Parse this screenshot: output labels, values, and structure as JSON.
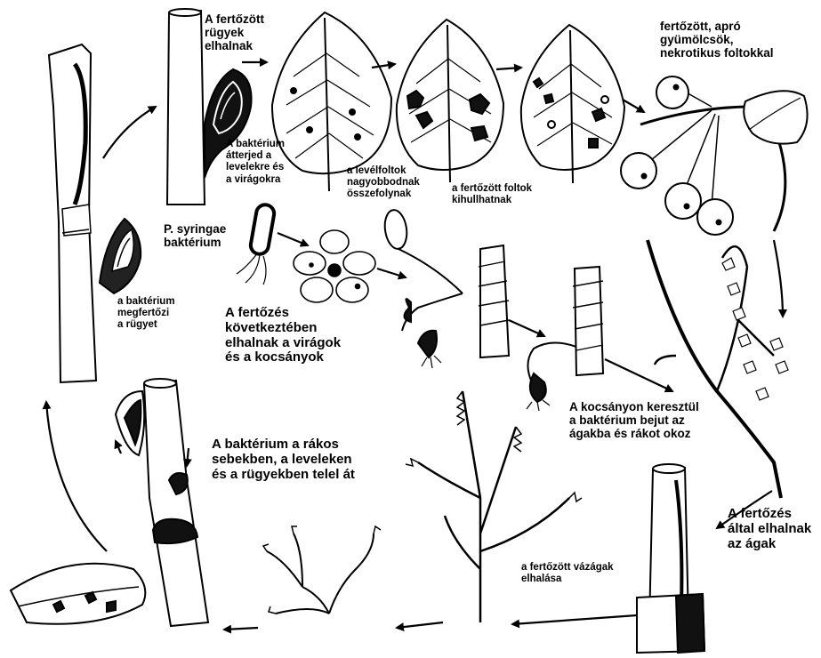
{
  "labels": {
    "buds_die": "A fertőzött\nrügyek\nelhalnak",
    "bacteria_spreads": "A baktérium\nátterjed a\nlevelekre és\na virágokra",
    "leaf_spots_merge": "a levélfoltok\nnagyobbodnak\nösszefolynak",
    "spots_fall_out": "a fertőzött foltok\nkihullhatnak",
    "infected_fruits": "fertőzött, apró\ngyümölcsök,\nnekrotikus foltokkal",
    "pathogen_name": "P. syringae\nbaktérium",
    "bud_infection": "a baktérium\nmegfertőzi\na rügyet",
    "flowers_die": "A fertőzés\nkövetkeztében\nelhalnak a virágok\nés a kocsányok",
    "enters_branches": "A kocsányon keresztül\na baktérium bejut az\nágakba és rákot okoz",
    "overwinters": "A baktérium a rákos\nsebekben, a leveleken\nés a rügyekben telel át",
    "branches_die": "A fertőzés\náltal elhalnak\naz ágak",
    "scaffold_branches_die": "a fertőzött vázágak\nelhalása"
  },
  "icons": [
    "twig-with-bud-icon",
    "infected-bud-icon",
    "healthy-leaf-icon",
    "spotted-leaf-icon",
    "shothole-leaf-icon",
    "cherry-fruits-icon",
    "bacterium-cell-icon",
    "flower-icon",
    "wilted-blossom-icon",
    "dead-blossom-icon",
    "canker-branch-icon",
    "dead-branch-icon",
    "dead-scaffold-tree-icon",
    "bush-icon",
    "cut-branch-icon",
    "overwinter-twig-icon",
    "leaf-fragment-icon"
  ],
  "colors": {
    "ink": "#000000",
    "paper": "#ffffff"
  }
}
